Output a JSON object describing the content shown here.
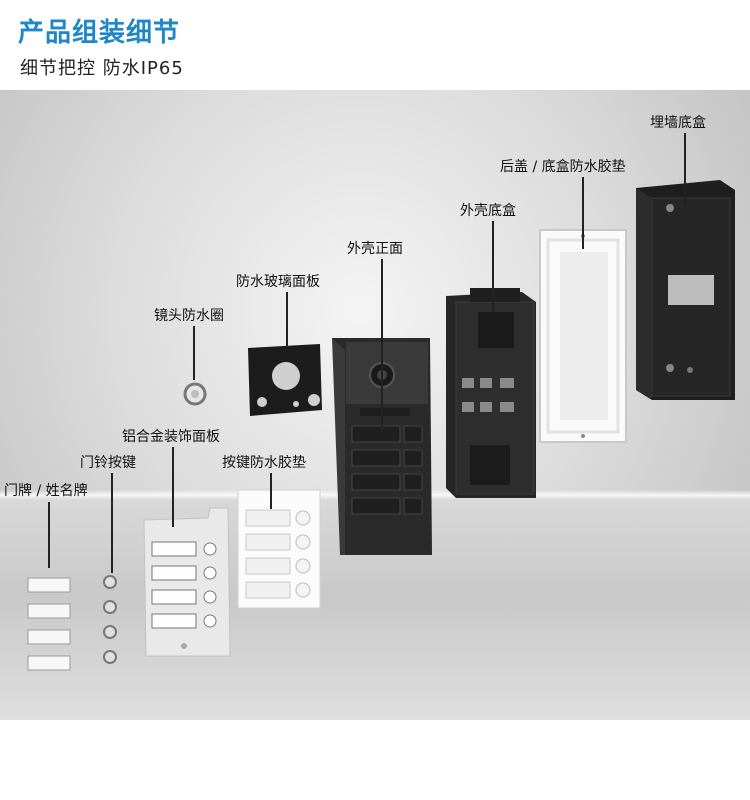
{
  "header": {
    "title": "产品组装细节",
    "subtitle": "细节把控  防水IP65"
  },
  "labels": {
    "wall_box": "埋墙底盒",
    "rear_gasket": "后盖 / 底盒防水胶垫",
    "shell_base": "外壳底盒",
    "shell_front": "外壳正面",
    "glass_panel": "防水玻璃面板",
    "lens_ring": "镜头防水圈",
    "alloy_panel": "铝合金装饰面板",
    "doorbell_button": "门铃按键",
    "key_gasket": "按键防水胶垫",
    "nameplate": "门牌 / 姓名牌"
  },
  "colors": {
    "title": "#1f87c8",
    "part_black": "#2a2a2a"
  }
}
